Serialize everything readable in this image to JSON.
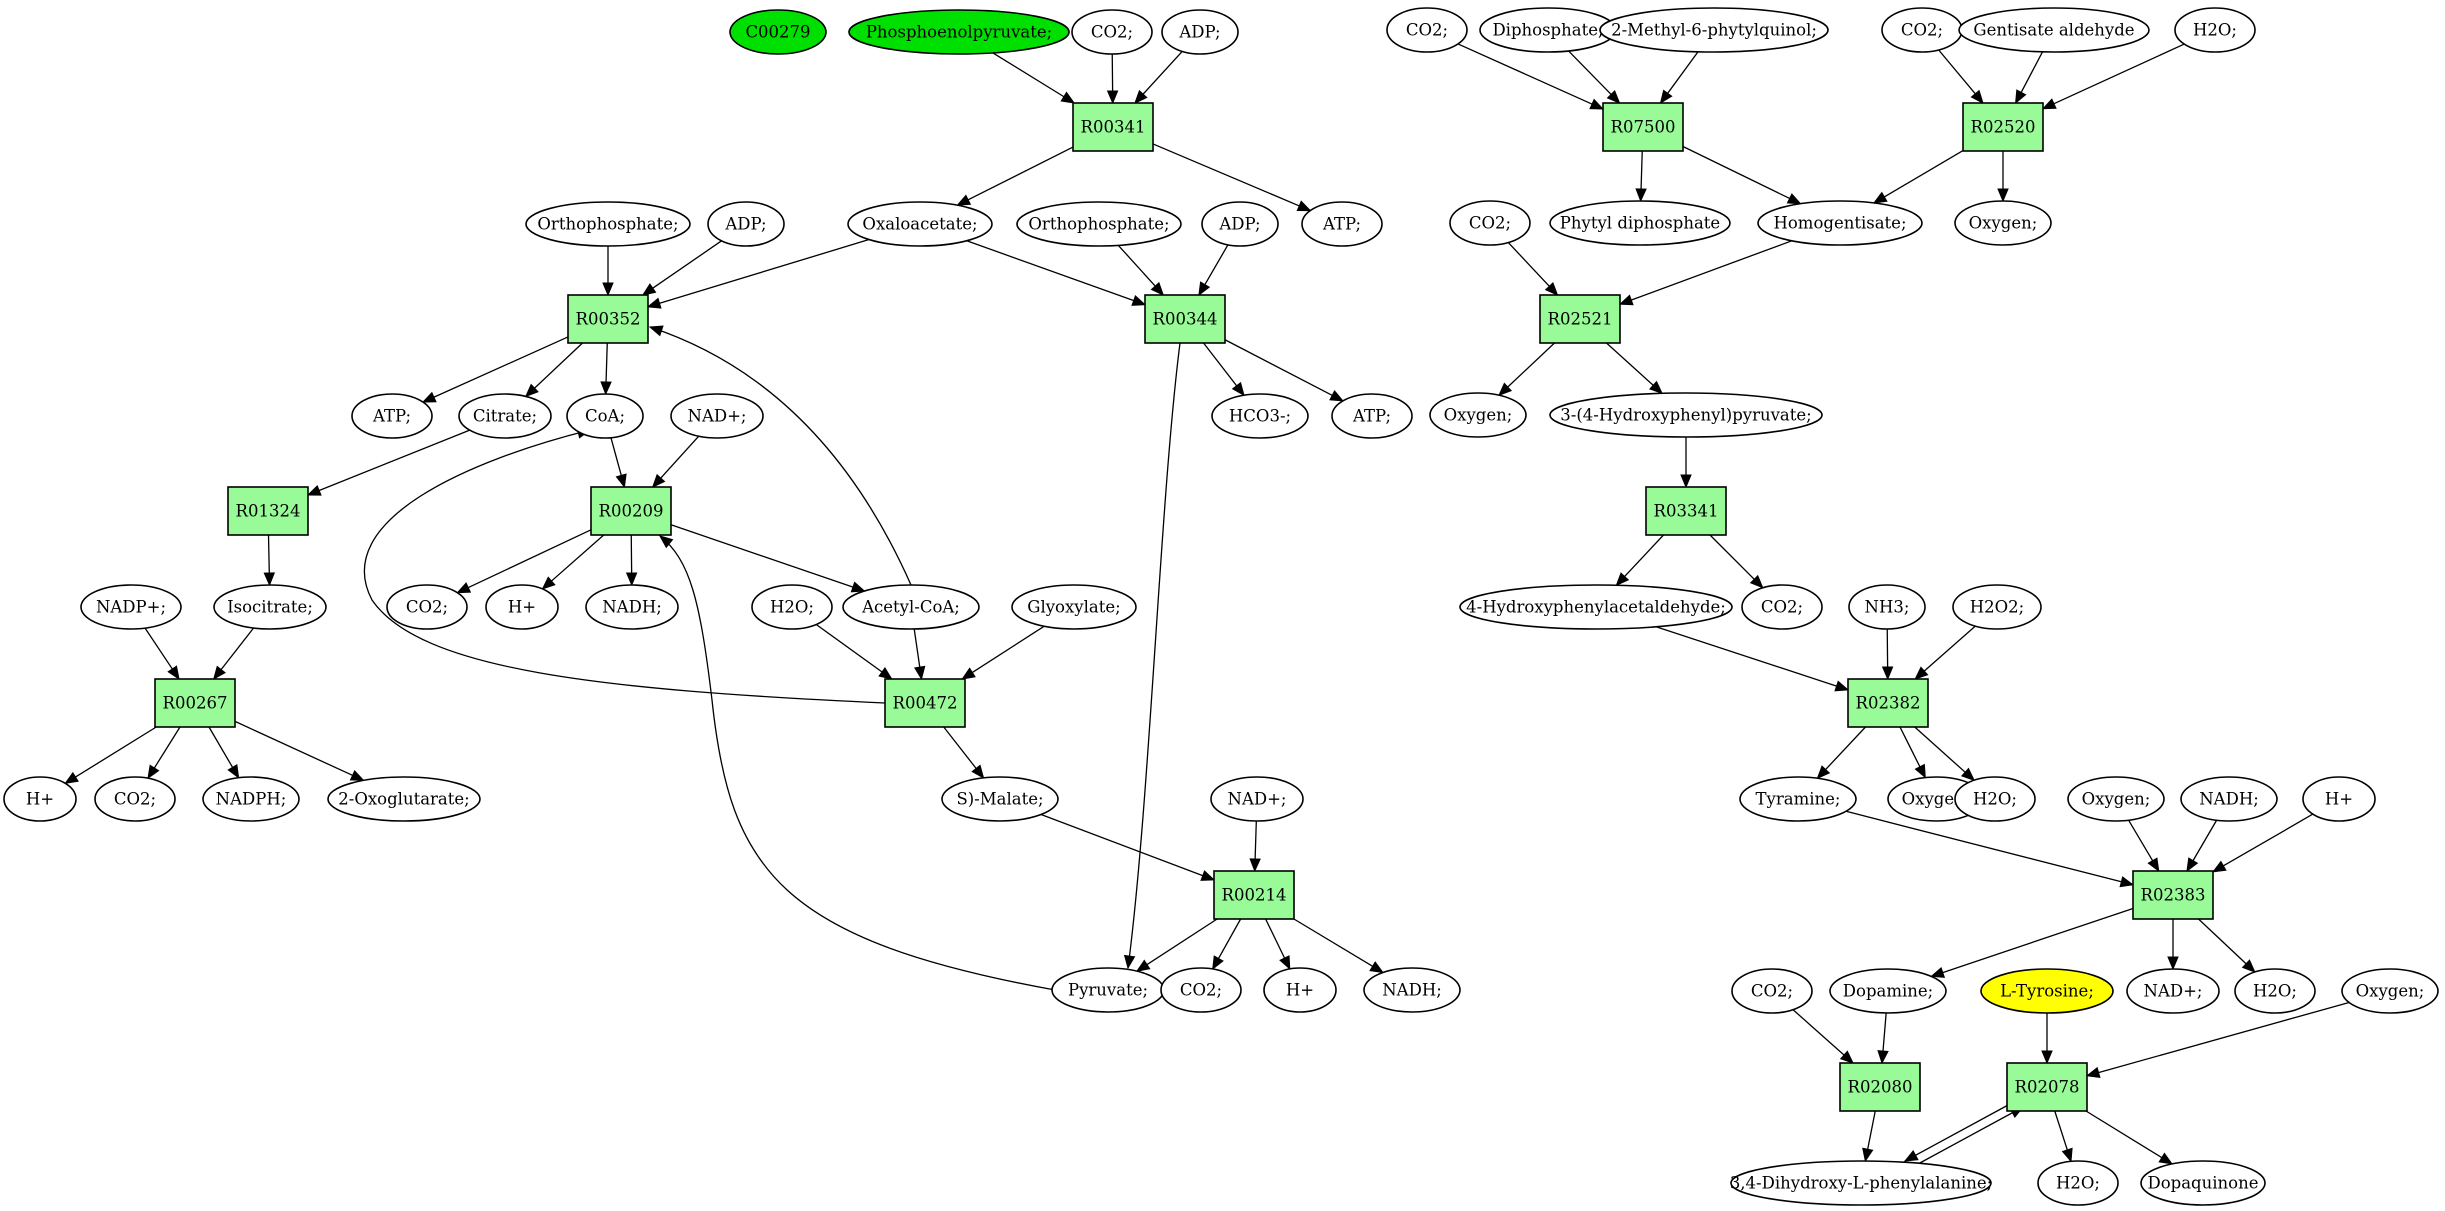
{
  "nodes": [
    {
      "id": "c00279",
      "label": "C00279",
      "kind": "compound",
      "fill": "#00e000"
    },
    {
      "id": "pep",
      "label": "Phosphoenolpyruvate;",
      "kind": "compound",
      "fill": "#00e000"
    },
    {
      "id": "co2_a",
      "label": "CO2;",
      "kind": "compound"
    },
    {
      "id": "adp_a",
      "label": "ADP;",
      "kind": "compound"
    },
    {
      "id": "r00341",
      "label": "R00341",
      "kind": "reaction"
    },
    {
      "id": "oaa",
      "label": "Oxaloacetate;",
      "kind": "compound"
    },
    {
      "id": "atp_a",
      "label": "ATP;",
      "kind": "compound"
    },
    {
      "id": "pi_a",
      "label": "Orthophosphate;",
      "kind": "compound"
    },
    {
      "id": "adp_b",
      "label": "ADP;",
      "kind": "compound"
    },
    {
      "id": "pi_b",
      "label": "Orthophosphate;",
      "kind": "compound"
    },
    {
      "id": "adp_c",
      "label": "ADP;",
      "kind": "compound"
    },
    {
      "id": "r00352",
      "label": "R00352",
      "kind": "reaction"
    },
    {
      "id": "r00344",
      "label": "R00344",
      "kind": "reaction"
    },
    {
      "id": "atp_b",
      "label": "ATP;",
      "kind": "compound"
    },
    {
      "id": "citrate",
      "label": "Citrate;",
      "kind": "compound"
    },
    {
      "id": "coa",
      "label": "CoA;",
      "kind": "compound"
    },
    {
      "id": "nadp_plus_a",
      "label": "NAD+;",
      "kind": "compound"
    },
    {
      "id": "hco3",
      "label": "HCO3-;",
      "kind": "compound"
    },
    {
      "id": "atp_c",
      "label": "ATP;",
      "kind": "compound"
    },
    {
      "id": "r01324",
      "label": "R01324",
      "kind": "reaction"
    },
    {
      "id": "r00209",
      "label": "R00209",
      "kind": "reaction"
    },
    {
      "id": "nadp_plus",
      "label": "NADP+;",
      "kind": "compound"
    },
    {
      "id": "isocitrate",
      "label": "Isocitrate;",
      "kind": "compound"
    },
    {
      "id": "co2_b",
      "label": "CO2;",
      "kind": "compound"
    },
    {
      "id": "h_a",
      "label": "H+",
      "kind": "compound"
    },
    {
      "id": "nadh_a",
      "label": "NADH;",
      "kind": "compound"
    },
    {
      "id": "acetylcoa",
      "label": "Acetyl-CoA;",
      "kind": "compound"
    },
    {
      "id": "h2o_a",
      "label": "H2O;",
      "kind": "compound"
    },
    {
      "id": "glyoxylate",
      "label": "Glyoxylate;",
      "kind": "compound"
    },
    {
      "id": "r00267",
      "label": "R00267",
      "kind": "reaction"
    },
    {
      "id": "r00472",
      "label": "R00472",
      "kind": "reaction"
    },
    {
      "id": "h_b",
      "label": "H+",
      "kind": "compound"
    },
    {
      "id": "co2_c",
      "label": "CO2;",
      "kind": "compound"
    },
    {
      "id": "nadph",
      "label": "NADPH;",
      "kind": "compound"
    },
    {
      "id": "oxoglutarate",
      "label": "2-Oxoglutarate;",
      "kind": "compound"
    },
    {
      "id": "smalate",
      "label": "S)-Malate;",
      "kind": "compound"
    },
    {
      "id": "nad_b",
      "label": "NAD+;",
      "kind": "compound"
    },
    {
      "id": "r00214",
      "label": "R00214",
      "kind": "reaction"
    },
    {
      "id": "pyruvate",
      "label": "Pyruvate;",
      "kind": "compound"
    },
    {
      "id": "co2_d",
      "label": "CO2;",
      "kind": "compound"
    },
    {
      "id": "h_c",
      "label": "H+",
      "kind": "compound"
    },
    {
      "id": "nadh_b",
      "label": "NADH;",
      "kind": "compound"
    },
    {
      "id": "co2_e",
      "label": "CO2;",
      "kind": "compound"
    },
    {
      "id": "diphosphate",
      "label": "Diphosphate;",
      "kind": "compound"
    },
    {
      "id": "mpq",
      "label": "2-Methyl-6-phytylquinol;",
      "kind": "compound"
    },
    {
      "id": "co2_f",
      "label": "CO2;",
      "kind": "compound"
    },
    {
      "id": "gentisate",
      "label": "Gentisate aldehyde",
      "kind": "compound"
    },
    {
      "id": "h2o_b",
      "label": "H2O;",
      "kind": "compound"
    },
    {
      "id": "r07500",
      "label": "R07500",
      "kind": "reaction"
    },
    {
      "id": "r02520",
      "label": "R02520",
      "kind": "reaction"
    },
    {
      "id": "phytyl",
      "label": "Phytyl diphosphate",
      "kind": "compound"
    },
    {
      "id": "homogentisate",
      "label": "Homogentisate;",
      "kind": "compound"
    },
    {
      "id": "oxygen_a",
      "label": "Oxygen;",
      "kind": "compound"
    },
    {
      "id": "co2_g",
      "label": "CO2;",
      "kind": "compound"
    },
    {
      "id": "r02521",
      "label": "R02521",
      "kind": "reaction"
    },
    {
      "id": "oxygen_b",
      "label": "Oxygen;",
      "kind": "compound"
    },
    {
      "id": "hpp",
      "label": "3-(4-Hydroxyphenyl)pyruvate;",
      "kind": "compound"
    },
    {
      "id": "r03341",
      "label": "R03341",
      "kind": "reaction"
    },
    {
      "id": "hpa",
      "label": "4-Hydroxyphenylacetaldehyde;",
      "kind": "compound"
    },
    {
      "id": "co2_h",
      "label": "CO2;",
      "kind": "compound"
    },
    {
      "id": "nh3",
      "label": "NH3;",
      "kind": "compound"
    },
    {
      "id": "h2o2",
      "label": "H2O2;",
      "kind": "compound"
    },
    {
      "id": "r02382",
      "label": "R02382",
      "kind": "reaction"
    },
    {
      "id": "tyramine",
      "label": "Tyramine;",
      "kind": "compound"
    },
    {
      "id": "oxygen_c",
      "label": "Oxygen;",
      "kind": "compound"
    },
    {
      "id": "h2o_c",
      "label": "H2O;",
      "kind": "compound"
    },
    {
      "id": "oxygen_d",
      "label": "Oxygen;",
      "kind": "compound"
    },
    {
      "id": "nadh_c",
      "label": "NADH;",
      "kind": "compound"
    },
    {
      "id": "h_d",
      "label": "H+",
      "kind": "compound"
    },
    {
      "id": "r02383",
      "label": "R02383",
      "kind": "reaction"
    },
    {
      "id": "co2_i",
      "label": "CO2;",
      "kind": "compound"
    },
    {
      "id": "dopamine",
      "label": "Dopamine;",
      "kind": "compound"
    },
    {
      "id": "ltyrosine",
      "label": "L-Tyrosine;",
      "kind": "compound",
      "fill": "#ffff00"
    },
    {
      "id": "nad_c",
      "label": "NAD+;",
      "kind": "compound"
    },
    {
      "id": "h2o_d",
      "label": "H2O;",
      "kind": "compound"
    },
    {
      "id": "oxygen_e",
      "label": "Oxygen;",
      "kind": "compound"
    },
    {
      "id": "r02080",
      "label": "R02080",
      "kind": "reaction"
    },
    {
      "id": "r02078",
      "label": "R02078",
      "kind": "reaction"
    },
    {
      "id": "dopa",
      "label": "3,4-Dihydroxy-L-phenylalanine;",
      "kind": "compound"
    },
    {
      "id": "h2o_e",
      "label": "H2O;",
      "kind": "compound"
    },
    {
      "id": "dopaquinone",
      "label": "Dopaquinone",
      "kind": "compound"
    }
  ],
  "edges": [
    [
      "pep",
      "r00341"
    ],
    [
      "co2_a",
      "r00341"
    ],
    [
      "adp_a",
      "r00341"
    ],
    [
      "r00341",
      "oaa"
    ],
    [
      "r00341",
      "atp_a"
    ],
    [
      "pi_a",
      "r00352"
    ],
    [
      "adp_b",
      "r00352"
    ],
    [
      "oaa",
      "r00352"
    ],
    [
      "oaa",
      "r00344"
    ],
    [
      "pi_b",
      "r00344"
    ],
    [
      "adp_c",
      "r00344"
    ],
    [
      "r00352",
      "atp_b"
    ],
    [
      "r00352",
      "citrate"
    ],
    [
      "r00352",
      "coa"
    ],
    [
      "r00344",
      "hco3"
    ],
    [
      "r00344",
      "atp_c"
    ],
    [
      "r00344",
      "pyruvate"
    ],
    [
      "citrate",
      "r01324"
    ],
    [
      "coa",
      "r00209"
    ],
    [
      "nadp_plus_a",
      "r00209"
    ],
    [
      "r01324",
      "isocitrate"
    ],
    [
      "r00209",
      "co2_b"
    ],
    [
      "r00209",
      "h_a"
    ],
    [
      "r00209",
      "nadh_a"
    ],
    [
      "r00209",
      "acetylcoa"
    ],
    [
      "acetylcoa",
      "r00352"
    ],
    [
      "acetylcoa",
      "r00472"
    ],
    [
      "h2o_a",
      "r00472"
    ],
    [
      "glyoxylate",
      "r00472"
    ],
    [
      "r00472",
      "coa"
    ],
    [
      "r00472",
      "smalate"
    ],
    [
      "nadp_plus",
      "r00267"
    ],
    [
      "isocitrate",
      "r00267"
    ],
    [
      "r00267",
      "h_b"
    ],
    [
      "r00267",
      "co2_c"
    ],
    [
      "r00267",
      "nadph"
    ],
    [
      "r00267",
      "oxoglutarate"
    ],
    [
      "smalate",
      "r00214"
    ],
    [
      "nad_b",
      "r00214"
    ],
    [
      "r00214",
      "pyruvate"
    ],
    [
      "r00214",
      "co2_d"
    ],
    [
      "r00214",
      "h_c"
    ],
    [
      "r00214",
      "nadh_b"
    ],
    [
      "pyruvate",
      "r00209"
    ],
    [
      "co2_e",
      "r07500"
    ],
    [
      "diphosphate",
      "r07500"
    ],
    [
      "mpq",
      "r07500"
    ],
    [
      "co2_f",
      "r02520"
    ],
    [
      "gentisate",
      "r02520"
    ],
    [
      "h2o_b",
      "r02520"
    ],
    [
      "r07500",
      "phytyl"
    ],
    [
      "r07500",
      "homogentisate"
    ],
    [
      "r02520",
      "homogentisate"
    ],
    [
      "r02520",
      "oxygen_a"
    ],
    [
      "co2_g",
      "r02521"
    ],
    [
      "homogentisate",
      "r02521"
    ],
    [
      "r02521",
      "oxygen_b"
    ],
    [
      "r02521",
      "hpp"
    ],
    [
      "hpp",
      "r03341"
    ],
    [
      "r03341",
      "hpa"
    ],
    [
      "r03341",
      "co2_h"
    ],
    [
      "hpa",
      "r02382"
    ],
    [
      "nh3",
      "r02382"
    ],
    [
      "h2o2",
      "r02382"
    ],
    [
      "r02382",
      "tyramine"
    ],
    [
      "r02382",
      "oxygen_c"
    ],
    [
      "r02382",
      "h2o_c"
    ],
    [
      "tyramine",
      "r02383"
    ],
    [
      "oxygen_d",
      "r02383"
    ],
    [
      "nadh_c",
      "r02383"
    ],
    [
      "h_d",
      "r02383"
    ],
    [
      "r02383",
      "dopamine"
    ],
    [
      "r02383",
      "nad_c"
    ],
    [
      "r02383",
      "h2o_d"
    ],
    [
      "co2_i",
      "r02080"
    ],
    [
      "dopamine",
      "r02080"
    ],
    [
      "ltyrosine",
      "r02078"
    ],
    [
      "oxygen_e",
      "r02078"
    ],
    [
      "r02080",
      "dopa"
    ],
    [
      "r02078",
      "dopa"
    ],
    [
      "dopa",
      "r02078"
    ],
    [
      "r02078",
      "h2o_e"
    ],
    [
      "r02078",
      "dopaquinone"
    ]
  ]
}
